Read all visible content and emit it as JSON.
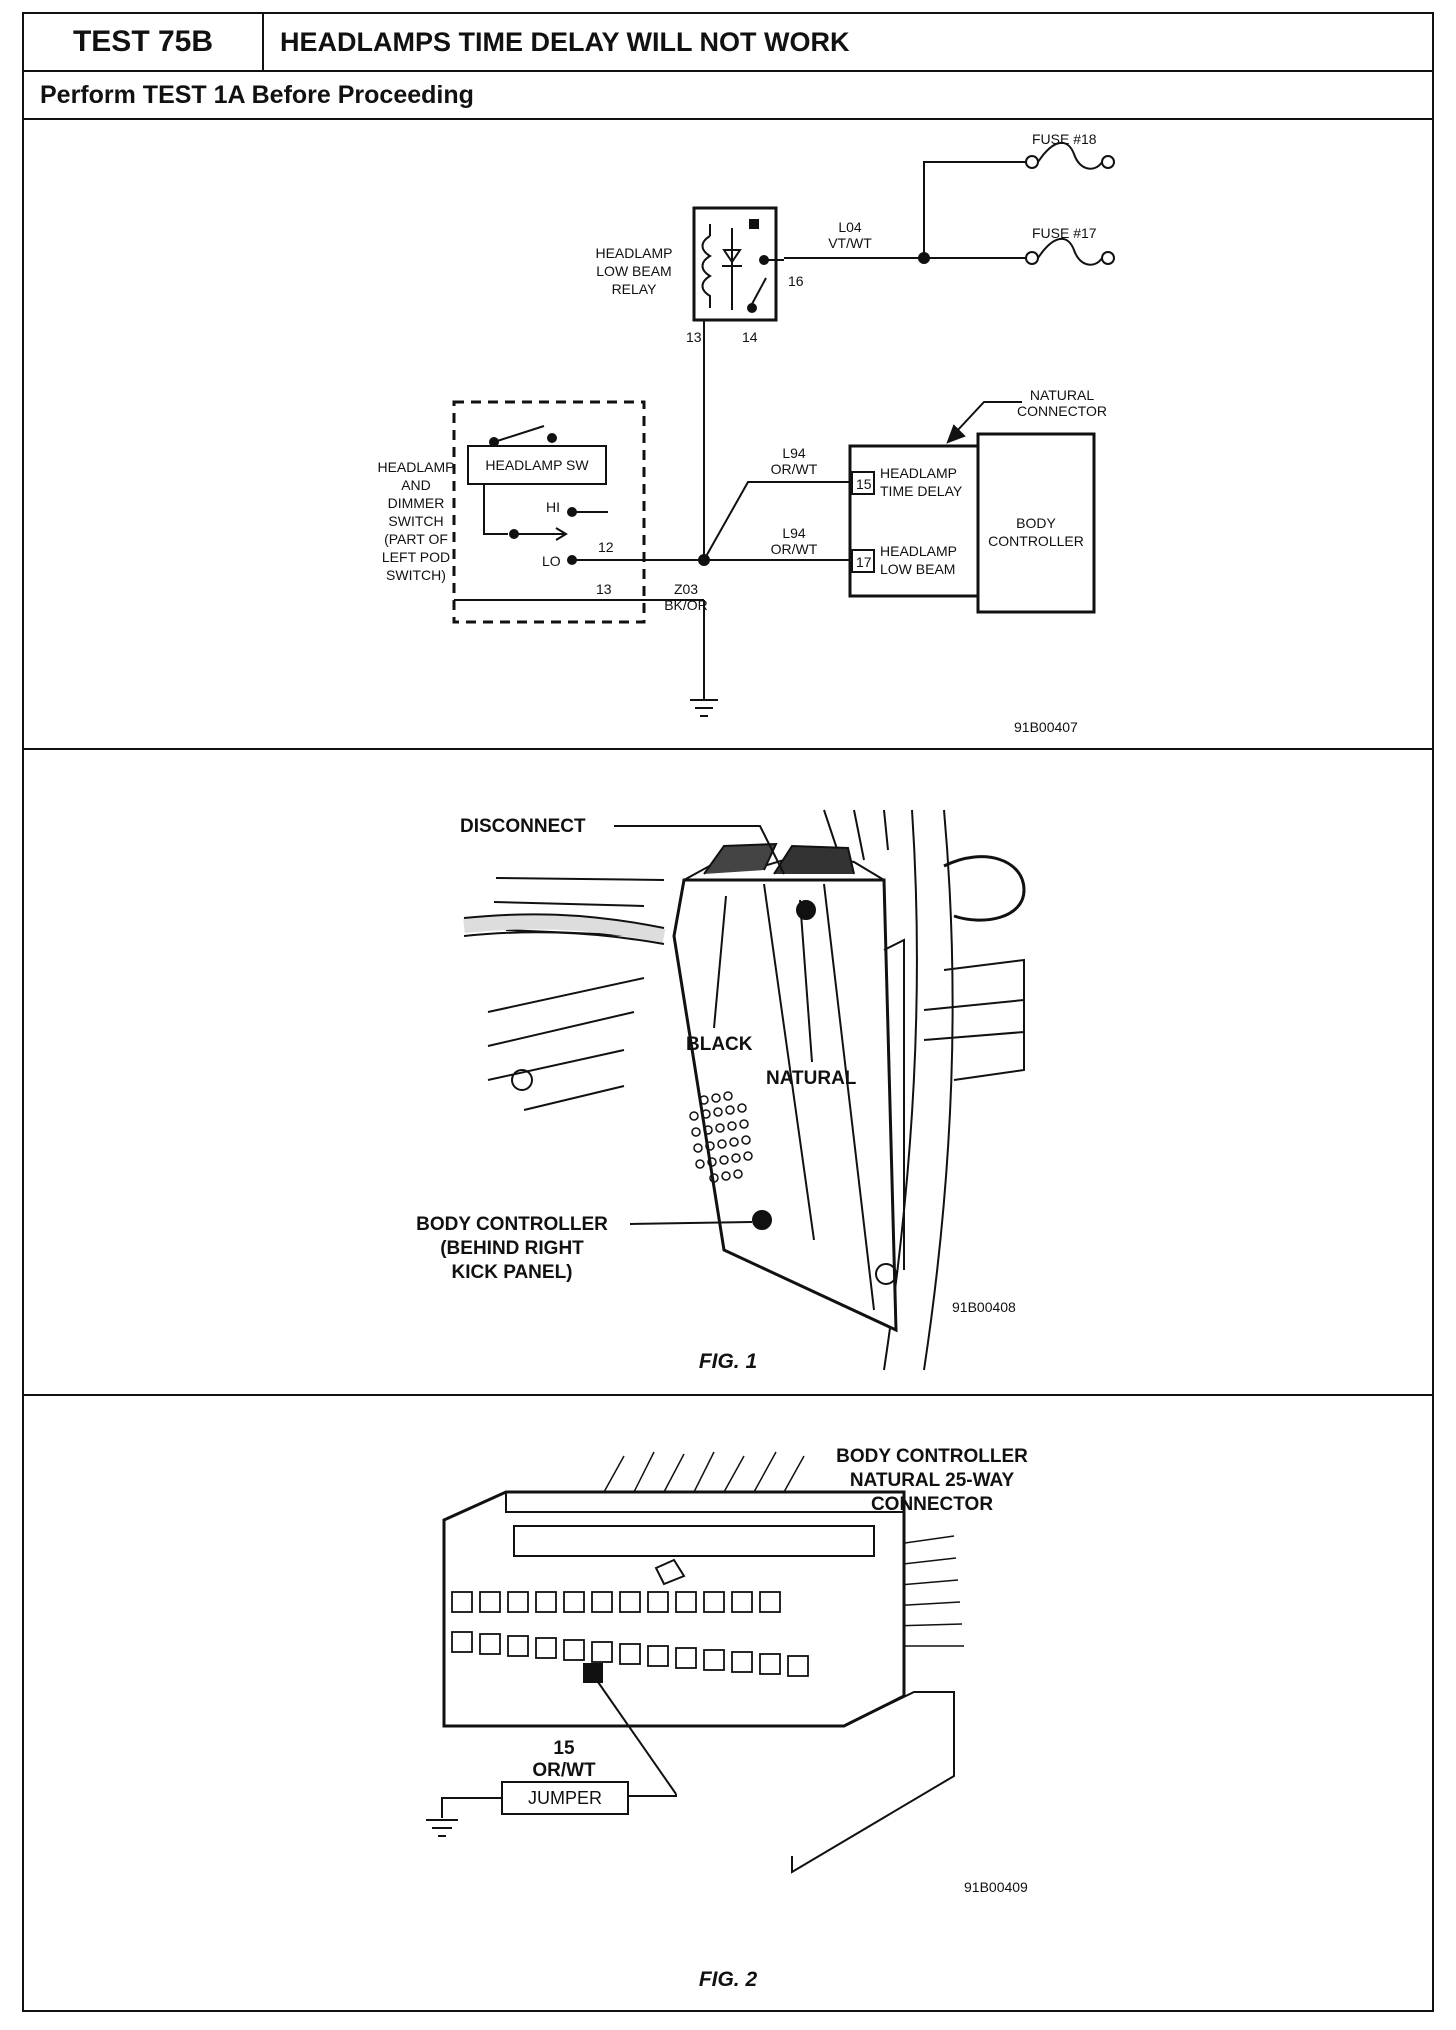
{
  "header": {
    "test_id": "TEST 75B",
    "title": "HEADLAMPS TIME DELAY WILL NOT WORK",
    "subtitle": "Perform TEST 1A Before Proceeding"
  },
  "schematic": {
    "fuse_18": "FUSE #18",
    "fuse_17": "FUSE #17",
    "relay_label": [
      "HEADLAMP",
      "LOW BEAM",
      "RELAY"
    ],
    "relay_pin_16": "16",
    "relay_pin_13": "13",
    "relay_pin_14": "14",
    "wire_l04": [
      "L04",
      "VT/WT"
    ],
    "switch_label": [
      "HEADLAMP",
      "AND",
      "DIMMER",
      "SWITCH",
      "(PART OF",
      "LEFT POD",
      "SWITCH)"
    ],
    "headlamp_sw": "HEADLAMP SW",
    "hi": "HI",
    "lo": "LO",
    "switch_pin_12": "12",
    "switch_pin_13": "13",
    "wire_l94_top": [
      "L94",
      "OR/WT"
    ],
    "wire_l94_bottom": [
      "L94",
      "OR/WT"
    ],
    "wire_z03": [
      "Z03",
      "BK/OR"
    ],
    "natural_connector": [
      "NATURAL",
      "CONNECTOR"
    ],
    "pin_15": "15",
    "pin_15_label": [
      "HEADLAMP",
      "TIME DELAY"
    ],
    "pin_17": "17",
    "pin_17_label": [
      "HEADLAMP",
      "LOW BEAM"
    ],
    "body_controller": [
      "BODY",
      "CONTROLLER"
    ],
    "figure_code": "91B00407"
  },
  "fig1": {
    "disconnect": "DISCONNECT",
    "black": "BLACK",
    "natural": "NATURAL",
    "body_controller": [
      "BODY CONTROLLER",
      "(BEHIND RIGHT",
      "KICK PANEL)"
    ],
    "figure_code": "91B00408",
    "caption": "FIG. 1"
  },
  "fig2": {
    "title": [
      "BODY CONTROLLER",
      "NATURAL 25-WAY",
      "CONNECTOR"
    ],
    "pin": [
      "15",
      "OR/WT"
    ],
    "jumper": "JUMPER",
    "figure_code": "91B00409",
    "caption": "FIG. 2"
  }
}
